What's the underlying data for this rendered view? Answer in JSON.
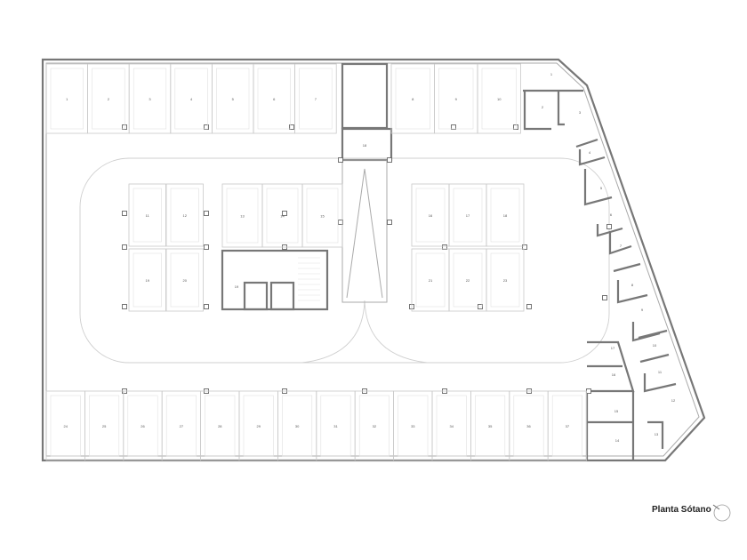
{
  "title": "Planta Sótano",
  "parking_top_left": [
    "1",
    "2",
    "3",
    "4",
    "5",
    "6",
    "7"
  ],
  "parking_top_right": [
    "8",
    "9",
    "10"
  ],
  "parking_island_left": [
    "11",
    "12",
    "19",
    "20"
  ],
  "parking_island_mid": [
    "13",
    "14",
    "15"
  ],
  "parking_island_right": [
    "16",
    "17",
    "18",
    "21",
    "22",
    "23"
  ],
  "parking_bottom": [
    "24",
    "25",
    "26",
    "27",
    "28",
    "29",
    "30",
    "31",
    "32",
    "33",
    "34",
    "35",
    "36",
    "37"
  ],
  "storage_rooms": [
    "1",
    "2",
    "3",
    "4",
    "5",
    "6",
    "7",
    "8",
    "9",
    "10",
    "11",
    "12",
    "13",
    "14",
    "15",
    "16",
    "17"
  ],
  "room_core": "19",
  "room_ramp": "18"
}
